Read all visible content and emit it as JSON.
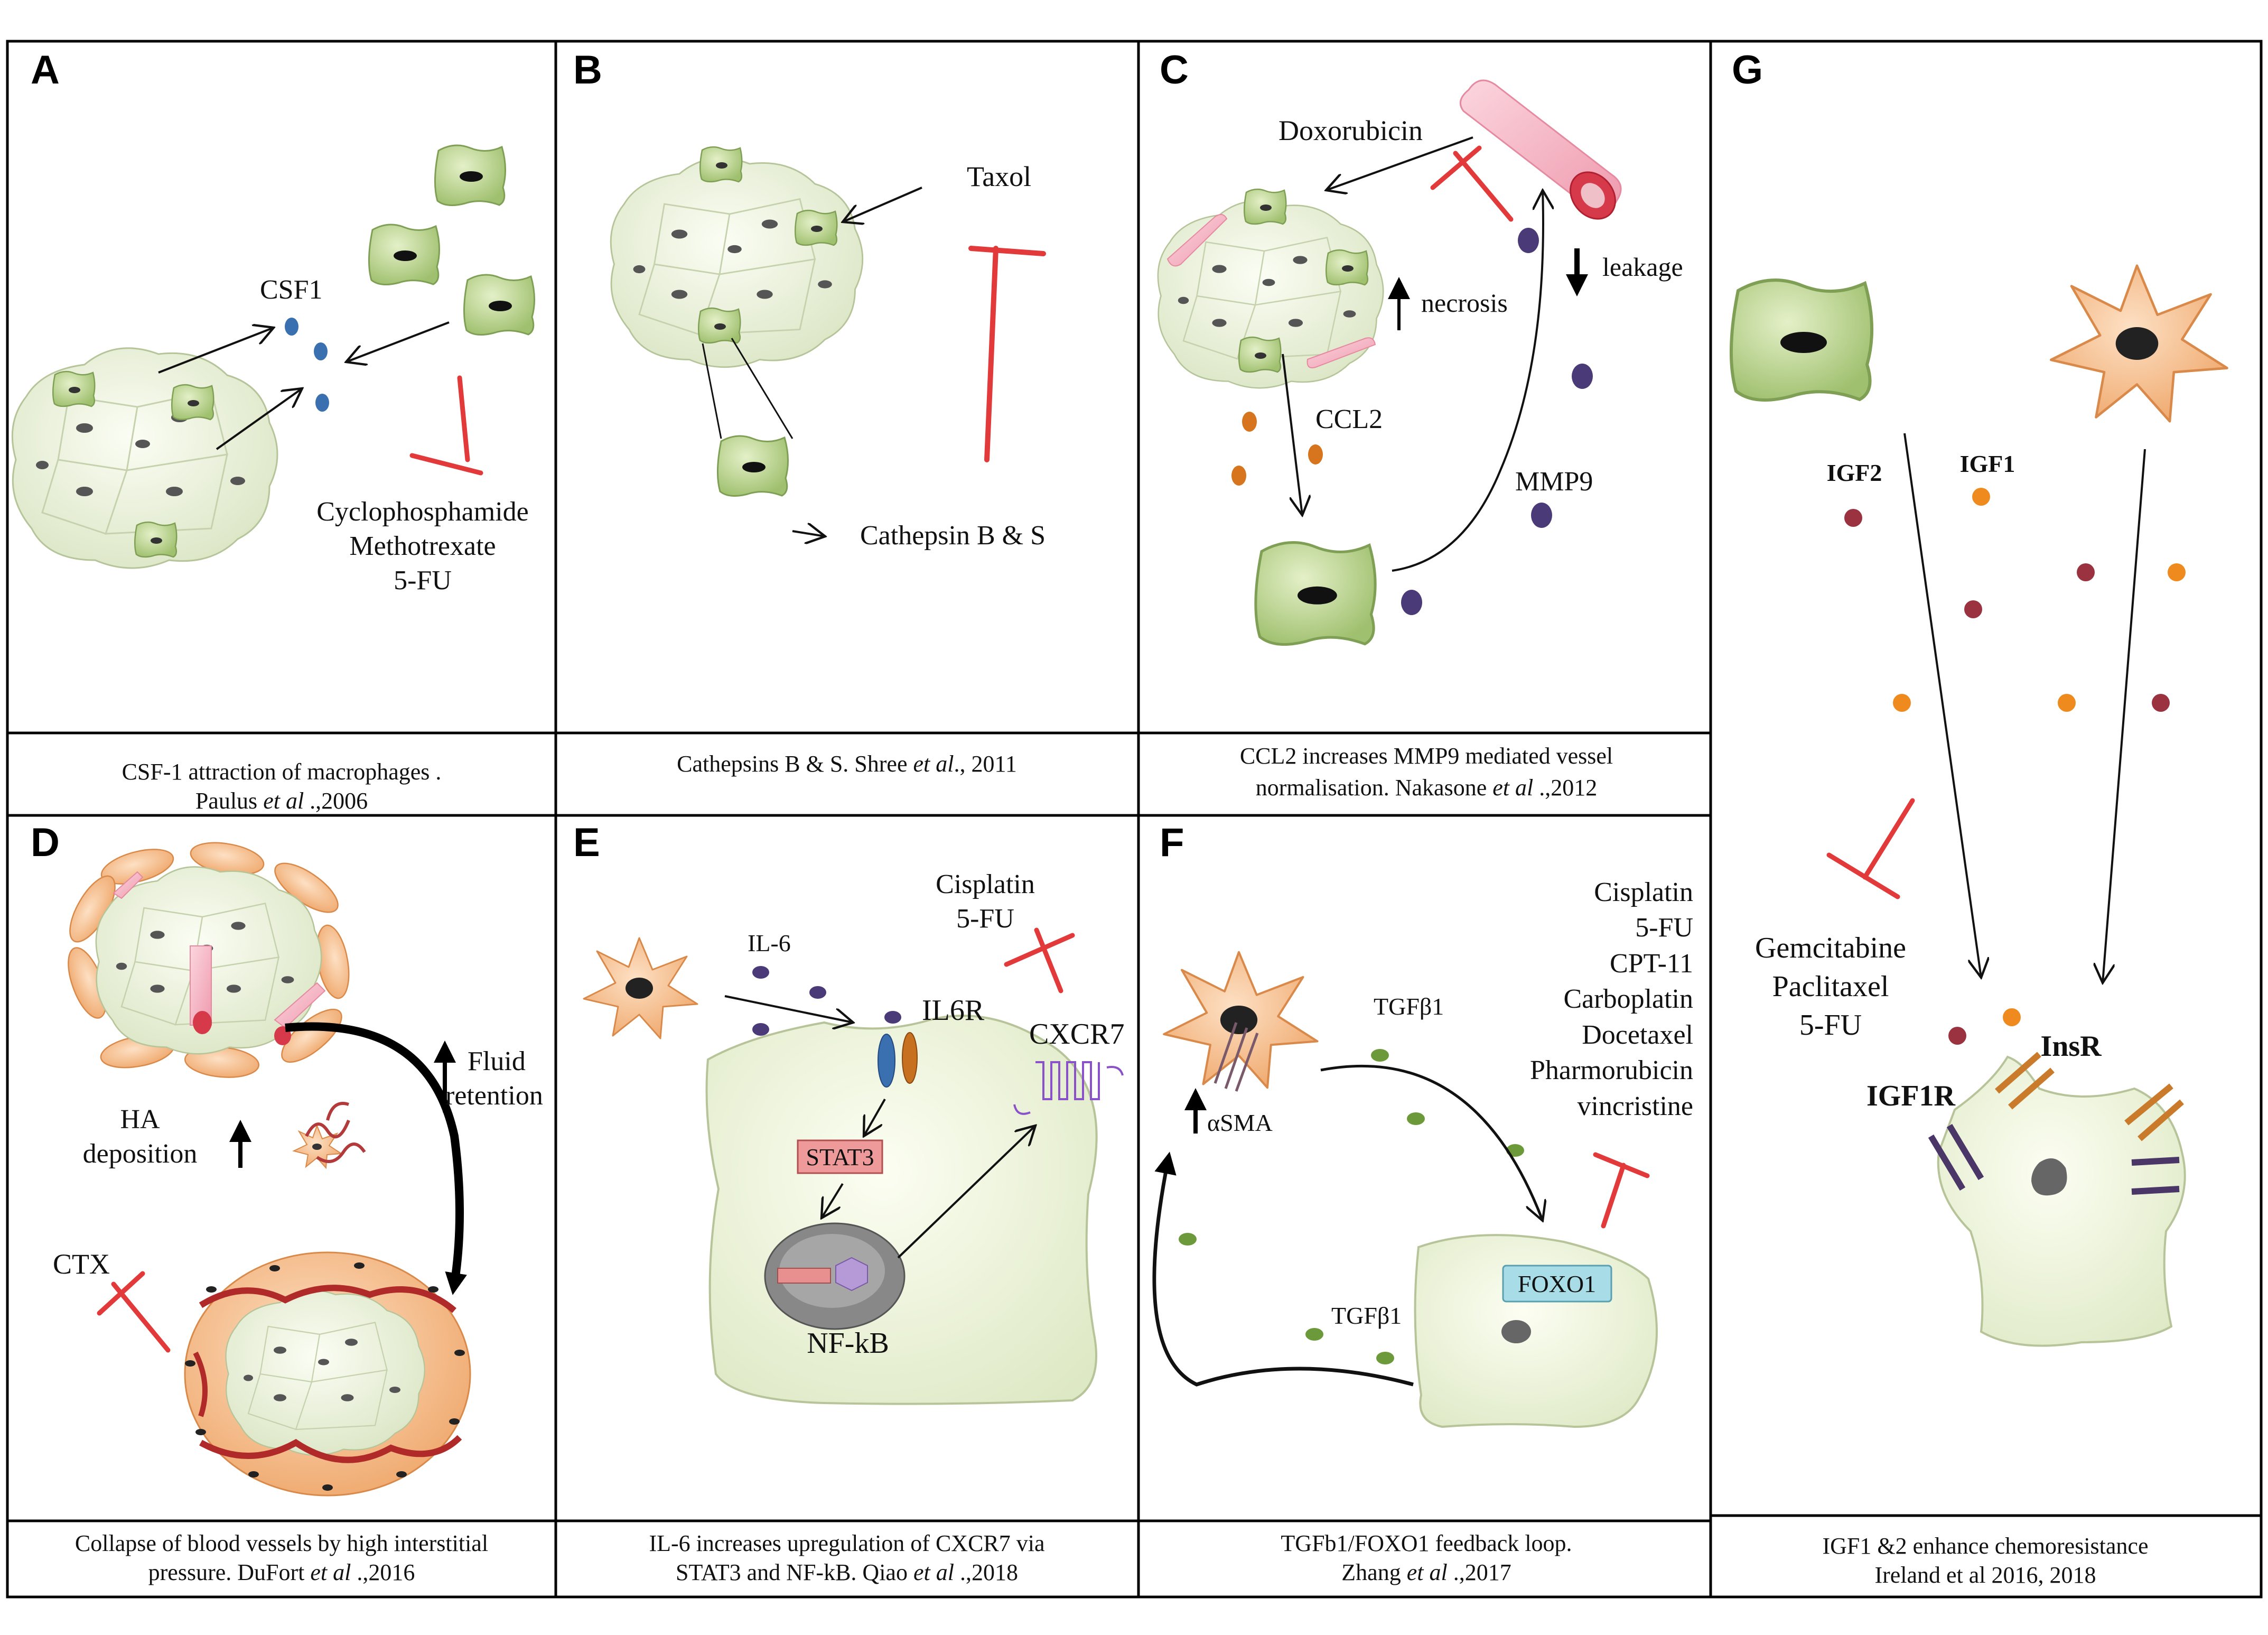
{
  "panels": {
    "A": {
      "letter": "A",
      "labels": {
        "csf1": "CSF1",
        "drug1": "Cyclophosphamide",
        "drug2": "Methotrexate",
        "drug3": "5-FU"
      },
      "caption": {
        "line1": "CSF-1 attraction of macrophages .",
        "line2_pre": "Paulus ",
        "line2_etal": "et al",
        "line2_post": " .,2006"
      }
    },
    "B": {
      "letter": "B",
      "labels": {
        "taxol": "Taxol",
        "cathepsin": "Cathepsin B & S"
      },
      "caption": {
        "line1_pre": "Cathepsins  B & S. Shree  ",
        "line1_etal": "et al",
        "line1_post": "., 2011"
      }
    },
    "C": {
      "letter": "C",
      "labels": {
        "doxorubicin": "Doxorubicin",
        "leakage": "leakage",
        "necrosis": "necrosis",
        "ccl2": "CCL2",
        "mmp9": "MMP9"
      },
      "caption": {
        "line1": "CCL2 increases MMP9 mediated vessel",
        "line2_pre": "normalisation. Nakasone ",
        "line2_etal": "et al",
        "line2_post": " .,2012"
      }
    },
    "D": {
      "letter": "D",
      "labels": {
        "fluid": "Fluid",
        "retention": "retention",
        "ha": "HA",
        "deposition": "deposition",
        "ctx": "CTX"
      },
      "caption": {
        "line1": "Collapse of blood vessels by high interstitial",
        "line2_pre": "pressure. DuFort ",
        "line2_etal": "et al",
        "line2_post": " .,2016"
      }
    },
    "E": {
      "letter": "E",
      "labels": {
        "il6": "IL-6",
        "il6r": "IL6R",
        "cisplatin": "Cisplatin",
        "fu": "5-FU",
        "cxcr7": "CXCR7",
        "stat3": "STAT3",
        "nfkb": "NF-kB"
      },
      "caption": {
        "line1": "IL-6 increases upregulation of CXCR7 via",
        "line2_pre": "STAT3 and NF-kB. Qiao ",
        "line2_etal": "et al",
        "line2_post": " .,2018"
      }
    },
    "F": {
      "letter": "F",
      "labels": {
        "tgfb1_top": "TGFβ1",
        "tgfb1_bottom": "TGFβ1",
        "asma": "αSMA",
        "foxo1": "FOXO1"
      },
      "drugs": [
        "Cisplatin",
        "5-FU",
        "CPT-11",
        "Carboplatin",
        "Docetaxel",
        "Pharmorubicin",
        "vincristine"
      ],
      "caption": {
        "line1": "TGFb1/FOXO1  feedback loop.",
        "line2_pre": "Zhang ",
        "line2_etal": "et al",
        "line2_post": " .,2017"
      }
    },
    "G": {
      "letter": "G",
      "labels": {
        "igf2": "IGF2",
        "igf1": "IGF1",
        "drug1": "Gemcitabine",
        "drug2": "Paclitaxel",
        "drug3": "5-FU",
        "insr": "InsR",
        "igf1r": "IGF1R"
      },
      "caption": {
        "line1": "IGF1 &2 enhance chemoresistance",
        "line2": "Ireland et al 2016, 2018"
      }
    }
  },
  "colors": {
    "tumor_fill": "#eef3df",
    "cell_green": "#b9d58f",
    "fibroblast": "#f5bf8e",
    "inhibit_red": "#e23a3a",
    "csf_blue": "#3a6fb0",
    "mmp_purple": "#4a3a78",
    "ccl_orange": "#d7741e",
    "tgf_green": "#6c9a3a",
    "igf2_red": "#9a3240",
    "igf1_orange": "#ef8a1e",
    "stat3_box": "#ef9a9a",
    "foxo1_box": "#a8dde8",
    "receptor_orange": "#c97a2a",
    "receptor_purple": "#4a3768",
    "cxcr7_purple": "#8a52c8"
  }
}
